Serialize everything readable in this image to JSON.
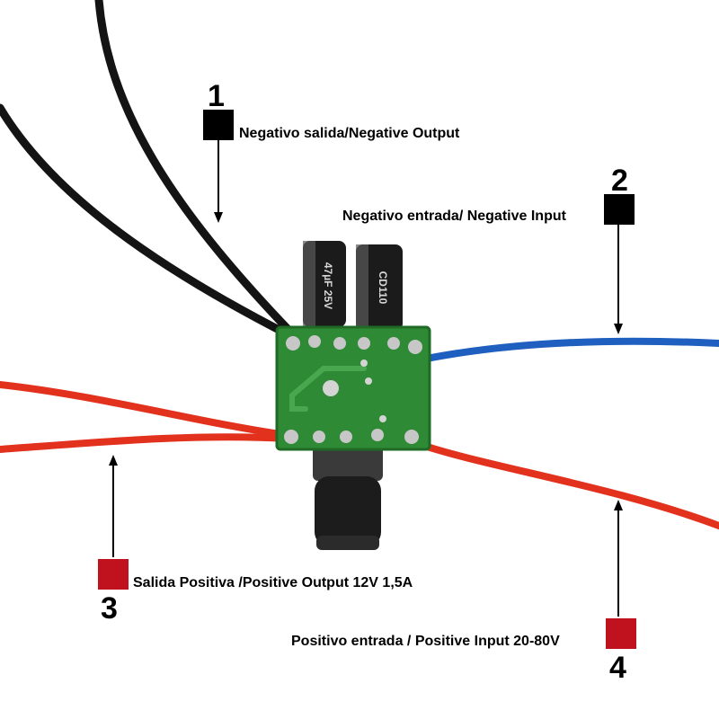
{
  "colors": {
    "negative_marker": "#000000",
    "positive_marker": "#c0111f",
    "pcb": "#2f8a35",
    "blue_wire": "#1f5fbf",
    "red_wire": "#e2321e",
    "black_wire": "#141414"
  },
  "callouts": [
    {
      "number": "1",
      "label": "Negativo salida/Negative Output",
      "marker": "negative_marker"
    },
    {
      "number": "2",
      "label": "Negativo entrada/ Negative Input",
      "marker": "negative_marker"
    },
    {
      "number": "3",
      "label": "Salida Positiva /Positive Output 12V 1,5A",
      "marker": "positive_marker"
    },
    {
      "number": "4",
      "label": "Positivo entrada / Positive Input 20-80V",
      "marker": "positive_marker"
    }
  ],
  "components": {
    "capacitor_left_print": "47µF 25V",
    "capacitor_right_print": "CD110"
  }
}
